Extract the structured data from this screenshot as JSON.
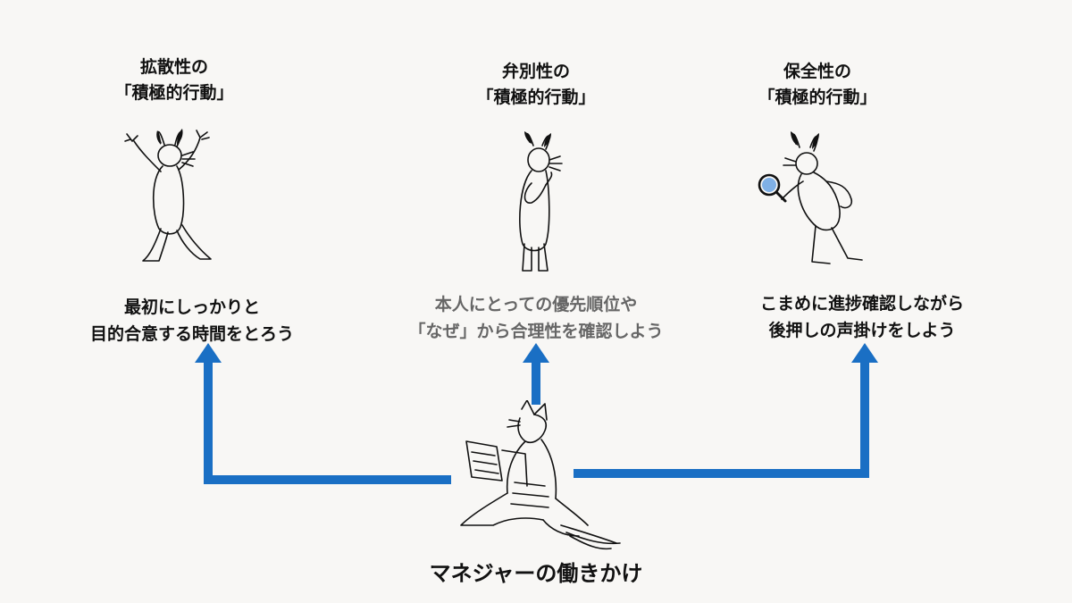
{
  "colors": {
    "arrow": "#1a6fc4",
    "text_dark": "#111111",
    "text_gray": "#666666",
    "background": "#f8f7f5"
  },
  "columns": [
    {
      "id": "diffusive",
      "title_line1": "拡散性の",
      "title_line2": "「積極的行動」",
      "illustration": "rabbit-cheering-icon",
      "caption_line1": "最初にしっかりと",
      "caption_line2": "目的合意する時間をとろう",
      "caption_color": "#111111"
    },
    {
      "id": "discerning",
      "title_line1": "弁別性の",
      "title_line2": "「積極的行動」",
      "illustration": "rabbit-thinking-icon",
      "caption_line1": "本人にとっての優先順位や",
      "caption_line2": "「なぜ」から合理性を確認しよう",
      "caption_color": "#666666"
    },
    {
      "id": "conservative",
      "title_line1": "保全性の",
      "title_line2": "「積極的行動」",
      "illustration": "rabbit-magnifier-icon",
      "caption_line1": "こまめに進捗確認しながら",
      "caption_line2": "後押しの声掛けをしよう",
      "caption_color": "#111111"
    }
  ],
  "manager": {
    "illustration": "fox-reading-scroll-icon",
    "label": "マネジャーの働きかけ"
  }
}
